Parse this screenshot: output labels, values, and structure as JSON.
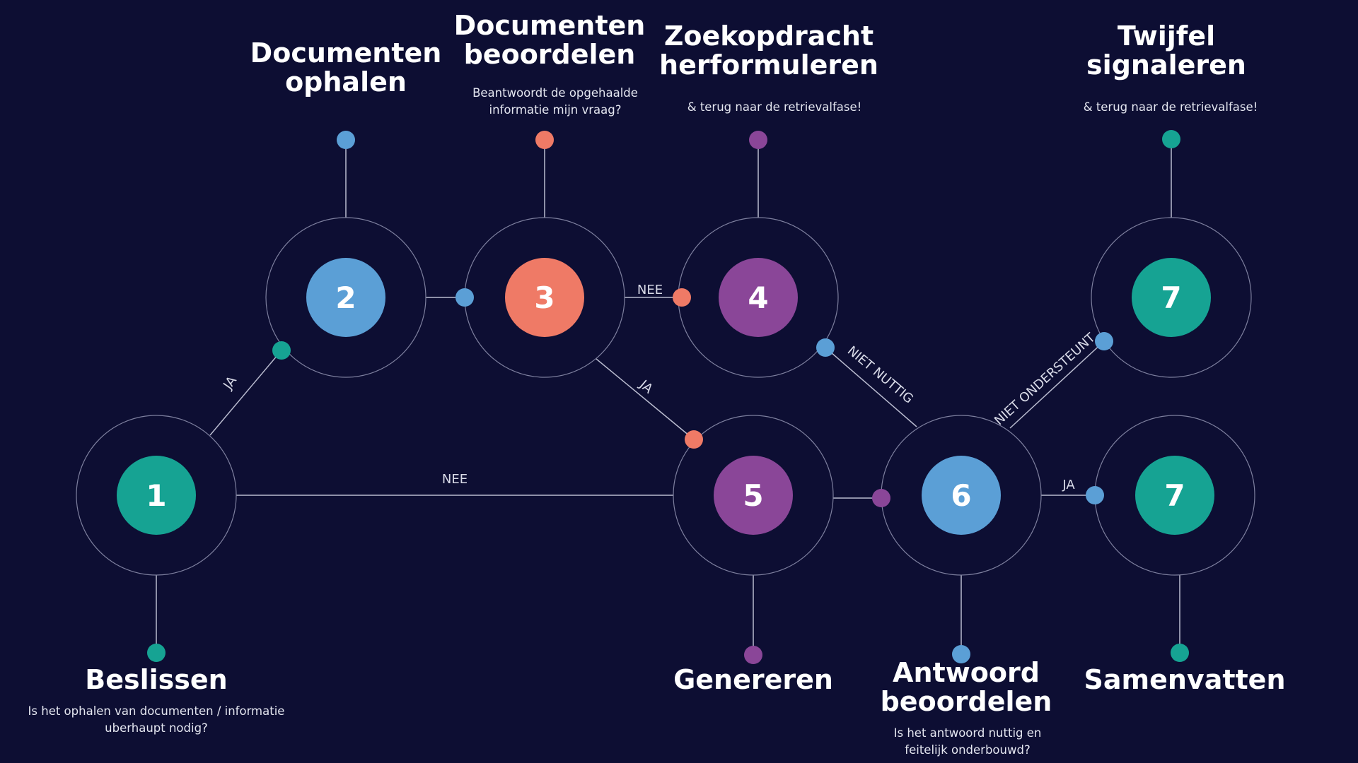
{
  "colors": {
    "background": "#0d0e33",
    "teal": "#16a393",
    "blue": "#5b9fd6",
    "coral": "#ef7a66",
    "purple": "#8a4698",
    "ring": "#7d7f9e",
    "line": "#b9bbcf"
  },
  "nodes": [
    {
      "id": "n1",
      "number": "1",
      "color": "teal",
      "title": [
        "Beslissen"
      ],
      "description": [
        "Is het ophalen van documenten / informatie",
        "uberhaupt nodig?"
      ]
    },
    {
      "id": "n2",
      "number": "2",
      "color": "blue",
      "title": [
        "Documenten",
        "ophalen"
      ],
      "description": []
    },
    {
      "id": "n3",
      "number": "3",
      "color": "coral",
      "title": [
        "Documenten",
        "beoordelen"
      ],
      "description": [
        "Beantwoordt de opgehaalde",
        "informatie mijn vraag?"
      ]
    },
    {
      "id": "n4",
      "number": "4",
      "color": "purple",
      "title": [
        "Zoekopdracht",
        "herformuleren"
      ],
      "description": [
        "& terug naar de retrievalfase!"
      ]
    },
    {
      "id": "n5",
      "number": "5",
      "color": "purple",
      "title": [
        "Genereren"
      ],
      "description": []
    },
    {
      "id": "n6",
      "number": "6",
      "color": "blue",
      "title": [
        "Antwoord",
        "beoordelen"
      ],
      "description": [
        "Is het antwoord nuttig en",
        "feitelijk onderbouwd?"
      ]
    },
    {
      "id": "n7a",
      "number": "7",
      "color": "teal",
      "title": [
        "Twijfel",
        "signaleren"
      ],
      "description": [
        "& terug naar de retrievalfase!"
      ]
    },
    {
      "id": "n7b",
      "number": "7",
      "color": "teal",
      "title": [
        "Samenvatten"
      ],
      "description": []
    }
  ],
  "edges": [
    {
      "from": "n1",
      "to": "n2",
      "label": "JA"
    },
    {
      "from": "n1",
      "to": "n5",
      "label": "NEE"
    },
    {
      "from": "n2",
      "to": "n3",
      "label": ""
    },
    {
      "from": "n3",
      "to": "n4",
      "label": "NEE"
    },
    {
      "from": "n3",
      "to": "n5",
      "label": "JA"
    },
    {
      "from": "n4",
      "to": "n6",
      "label": "NIET NUTTIG"
    },
    {
      "from": "n5",
      "to": "n6",
      "label": ""
    },
    {
      "from": "n6",
      "to": "n7a",
      "label": "NIET ONDERSTEUNT"
    },
    {
      "from": "n6",
      "to": "n7b",
      "label": "JA"
    }
  ]
}
